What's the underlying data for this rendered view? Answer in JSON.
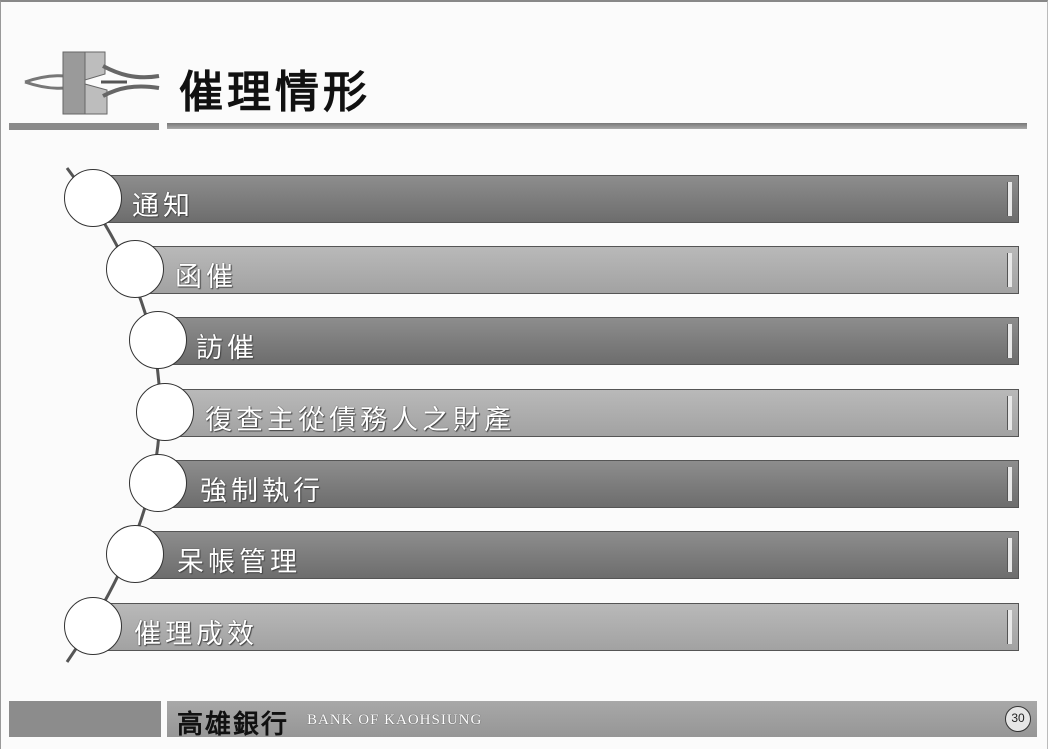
{
  "slide": {
    "title": "催理情形",
    "steps": [
      {
        "label": "通知",
        "tone": "dark"
      },
      {
        "label": "函催",
        "tone": "light"
      },
      {
        "label": "訪催",
        "tone": "dark"
      },
      {
        "label": "復查主從債務人之財產",
        "tone": "light"
      },
      {
        "label": "強制執行",
        "tone": "dark"
      },
      {
        "label": "呆帳管理",
        "tone": "dark"
      },
      {
        "label": "催理成效",
        "tone": "light"
      }
    ]
  },
  "footer": {
    "bank_name_zh": "高雄銀行",
    "bank_name_en": "BANK OF KAOHSIUNG",
    "page_number": "30"
  }
}
